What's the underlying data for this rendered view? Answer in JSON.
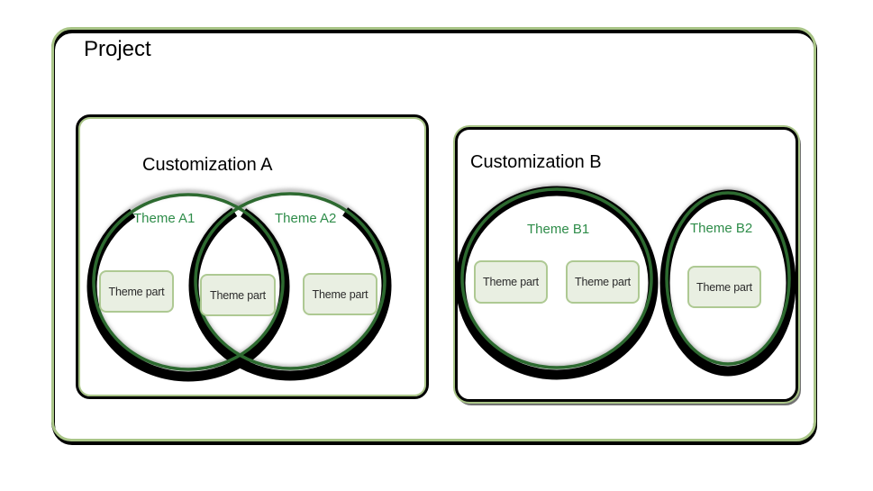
{
  "project": {
    "title": "Project"
  },
  "customizations": [
    {
      "title": "Customization A",
      "themes": [
        {
          "label": "Theme A1"
        },
        {
          "label": "Theme A2"
        }
      ],
      "parts": [
        "Theme part",
        "Theme part",
        "Theme part"
      ]
    },
    {
      "title": "Customization B",
      "themes": [
        {
          "label": "Theme B1"
        },
        {
          "label": "Theme B2"
        }
      ],
      "parts": [
        "Theme part",
        "Theme part",
        "Theme part"
      ]
    }
  ],
  "colors": {
    "ring_green": "#2d6a30",
    "ring_black": "#000000",
    "label_green": "#2e8c49",
    "box_border_black": "#000000",
    "box_accent_green": "#a9c587",
    "part_fill": "#e9efe2",
    "part_border": "#aec993",
    "part_text": "#2b2b2b",
    "title_text": "#000000"
  }
}
